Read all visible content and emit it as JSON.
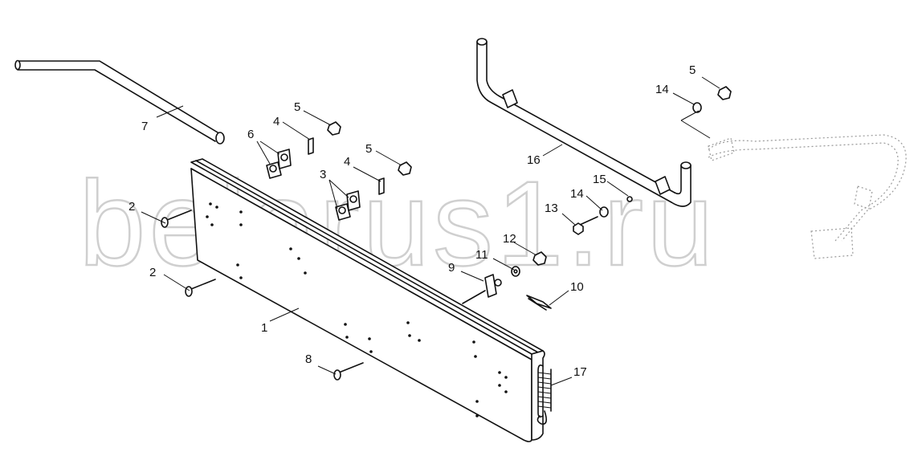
{
  "watermark": "belarus1.ru",
  "callouts": [
    "1",
    "2",
    "2",
    "3",
    "4",
    "4",
    "5",
    "5",
    "5",
    "6",
    "7",
    "8",
    "9",
    "10",
    "11",
    "12",
    "13",
    "14",
    "14",
    "15",
    "16",
    "17"
  ]
}
